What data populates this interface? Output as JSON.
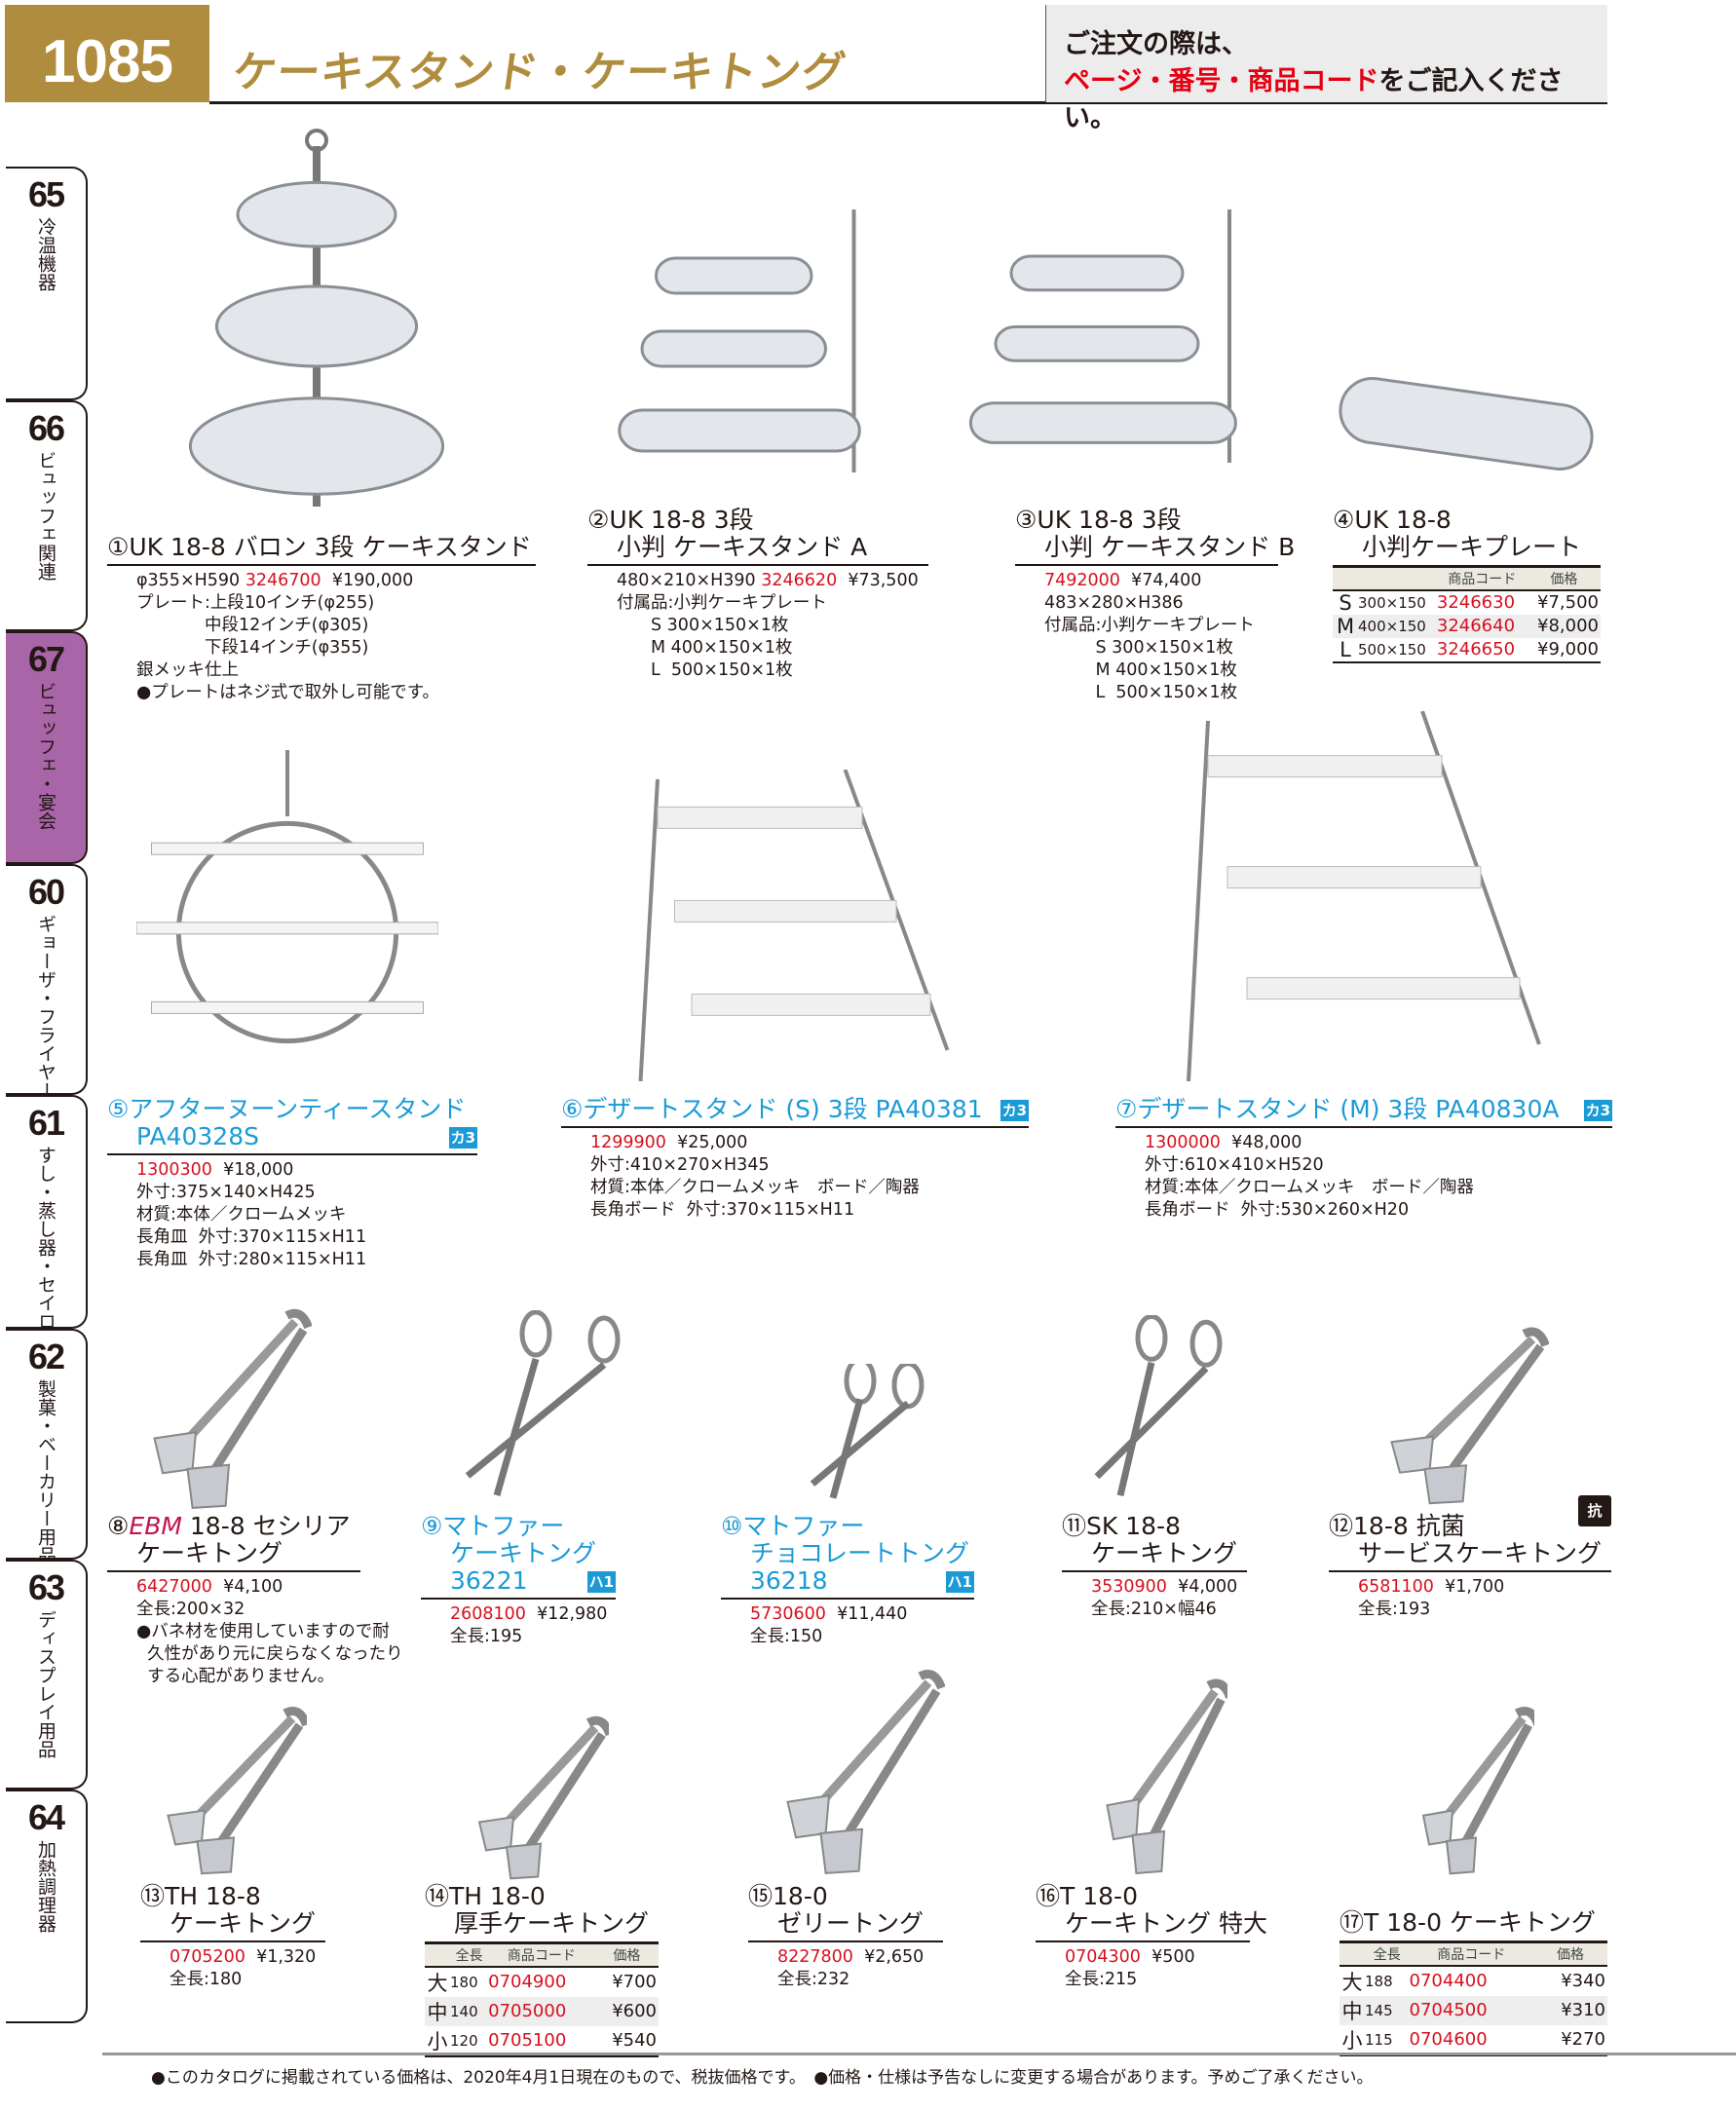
{
  "header": {
    "page_number": "1085",
    "title": "ケーキスタンド・ケーキトング",
    "notice_line1": "ご注文の際は、",
    "notice_red": "ページ・番号・商品コード",
    "notice_tail": "をご記入ください。"
  },
  "side_tabs": [
    {
      "num": "65",
      "label": "冷温機器",
      "active": false
    },
    {
      "num": "66",
      "label": "ビュッフェ関連",
      "active": false
    },
    {
      "num": "67",
      "label": "ビュッフェ・宴会",
      "active": true
    },
    {
      "num": "60",
      "label": "ギョーザ・フライヤー",
      "active": false
    },
    {
      "num": "61",
      "label": "すし・蒸し器・セイロ類",
      "active": false
    },
    {
      "num": "62",
      "label": "製菓・ベーカリー用品",
      "active": false
    },
    {
      "num": "63",
      "label": "ディスプレイ用品",
      "active": false
    },
    {
      "num": "64",
      "label": "加熱調理器",
      "active": false
    }
  ],
  "colors": {
    "gold": "#b08d3e",
    "red": "#d7101f",
    "blue": "#1a9ad6",
    "purple": "#a865a8"
  },
  "products": [
    {
      "no": "①",
      "title": [
        "UK 18-8 バロン 3段 ケーキスタンド"
      ],
      "image": "round-3-tier-stand-icon",
      "dims": "φ355×H590",
      "code": "3246700",
      "price": "¥190,000",
      "details": [
        "プレート:上段10インチ(φ255)",
        "　　　　中段12インチ(φ305)",
        "　　　　下段14インチ(φ355)",
        "銀メッキ仕上",
        "●プレートはネジ式で取外し可能です。"
      ]
    },
    {
      "no": "②",
      "title": [
        "UK 18-8 3段",
        "小判 ケーキスタンド A"
      ],
      "image": "oval-stand-icon",
      "dims": "480×210×H390",
      "code": "3246620",
      "price": "¥73,500",
      "details": [
        "付属品:小判ケーキプレート",
        "　　S 300×150×1枚",
        "　　M 400×150×1枚",
        "　　L  500×150×1枚"
      ]
    },
    {
      "no": "③",
      "title": [
        "UK 18-8 3段",
        "小判 ケーキスタンド B"
      ],
      "image": "oval-stand-icon",
      "code": "7492000",
      "price": "¥74,400",
      "details": [
        "483×280×H386",
        "付属品:小判ケーキプレート",
        "　　　S 300×150×1枚",
        "　　　M 400×150×1枚",
        "　　　L  500×150×1枚"
      ]
    },
    {
      "no": "④",
      "title": [
        "UK 18-8",
        "小判ケーキプレート"
      ],
      "image": "oval-plate-icon",
      "table": {
        "headers": [
          "",
          "",
          "商品コード",
          "価格"
        ],
        "rows": [
          [
            "S",
            "300×150",
            "3246630",
            "¥7,500"
          ],
          [
            "M",
            "400×150",
            "3246640",
            "¥8,000"
          ],
          [
            "L",
            "500×150",
            "3246650",
            "¥9,000"
          ]
        ]
      }
    },
    {
      "no": "⑤",
      "title": [
        "アフターヌーンティースタンド",
        "PA40328S"
      ],
      "blue": true,
      "badge": "カ3",
      "image": "circle-stand-icon",
      "code": "1300300",
      "price": "¥18,000",
      "details": [
        "外寸:375×140×H425",
        "材質:本体／クロームメッキ",
        "長角皿  外寸:370×115×H11",
        "長角皿  外寸:280×115×H11"
      ]
    },
    {
      "no": "⑥",
      "title": [
        "デザートスタンド (S) 3段 PA40381"
      ],
      "blue": true,
      "badge": "カ3",
      "image": "shelf-stand-icon",
      "code": "1299900",
      "price": "¥25,000",
      "details": [
        "外寸:410×270×H345",
        "材質:本体／クロームメッキ　ボード／陶器",
        "長角ボード  外寸:370×115×H11"
      ]
    },
    {
      "no": "⑦",
      "title": [
        "デザートスタンド (M) 3段 PA40830A"
      ],
      "blue": true,
      "badge": "カ3",
      "image": "shelf-stand-icon",
      "code": "1300000",
      "price": "¥48,000",
      "details": [
        "外寸:610×410×H520",
        "材質:本体／クロームメッキ　ボード／陶器",
        "長角ボード  外寸:530×260×H20"
      ]
    },
    {
      "no": "⑧",
      "brand": "EBM",
      "title": [
        " 18-8 セシリア",
        "ケーキトング"
      ],
      "image": "tong-icon",
      "code": "6427000",
      "price": "¥4,100",
      "details": [
        "全長:200×32",
        "●バネ材を使用していますので耐",
        "  久性があり元に戻らなくなったり",
        "  する心配がありません。"
      ]
    },
    {
      "no": "⑨",
      "title": [
        "マトファー",
        "ケーキトング",
        "36221"
      ],
      "blue": true,
      "badge": "ハ1",
      "image": "scissor-tong-icon",
      "code": "2608100",
      "price": "¥12,980",
      "details": [
        "全長:195"
      ]
    },
    {
      "no": "⑩",
      "title": [
        "マトファー",
        "チョコレートトング",
        "36218"
      ],
      "blue": true,
      "badge": "ハ1",
      "image": "scissor-tong-icon",
      "code": "5730600",
      "price": "¥11,440",
      "details": [
        "全長:150"
      ]
    },
    {
      "no": "⑪",
      "title": [
        "SK 18-8",
        "ケーキトング"
      ],
      "image": "scissor-tong-icon",
      "code": "3530900",
      "price": "¥4,000",
      "details": [
        "全長:210×幅46"
      ]
    },
    {
      "no": "⑫",
      "title": [
        "18-8 抗菌",
        "サービスケーキトング"
      ],
      "kbadge": "抗",
      "image": "tong-icon",
      "code": "6581100",
      "price": "¥1,700",
      "details": [
        "全長:193"
      ]
    },
    {
      "no": "⑬",
      "title": [
        "TH 18-8",
        "ケーキトング"
      ],
      "image": "tong-icon",
      "code": "0705200",
      "price": "¥1,320",
      "details": [
        "全長:180"
      ]
    },
    {
      "no": "⑭",
      "title": [
        "TH 18-0",
        "厚手ケーキトング"
      ],
      "image": "tong-icon",
      "table": {
        "headers": [
          "",
          "全長",
          "商品コード",
          "価格"
        ],
        "rows": [
          [
            "大",
            "180",
            "0704900",
            "¥700"
          ],
          [
            "中",
            "140",
            "0705000",
            "¥600"
          ],
          [
            "小",
            "120",
            "0705100",
            "¥540"
          ]
        ]
      }
    },
    {
      "no": "⑮",
      "title": [
        "18-0",
        "ゼリートング"
      ],
      "image": "tong-icon",
      "code": "8227800",
      "price": "¥2,650",
      "details": [
        "全長:232"
      ]
    },
    {
      "no": "⑯",
      "title": [
        "T 18-0",
        "ケーキトング 特大"
      ],
      "image": "tong-icon",
      "code": "0704300",
      "price": "¥500",
      "details": [
        "全長:215"
      ]
    },
    {
      "no": "⑰",
      "title": [
        "T 18-0 ケーキトング"
      ],
      "image": "tong-icon",
      "table": {
        "headers": [
          "",
          "全長",
          "商品コード",
          "価格"
        ],
        "rows": [
          [
            "大",
            "188",
            "0704400",
            "¥340"
          ],
          [
            "中",
            "145",
            "0704500",
            "¥310"
          ],
          [
            "小",
            "115",
            "0704600",
            "¥270"
          ]
        ]
      }
    }
  ],
  "footer": "●このカタログに掲載されている価格は、2020年4月1日現在のもので、税抜価格です。　●価格・仕様は予告なしに変更する場合があります。予めご了承ください。"
}
